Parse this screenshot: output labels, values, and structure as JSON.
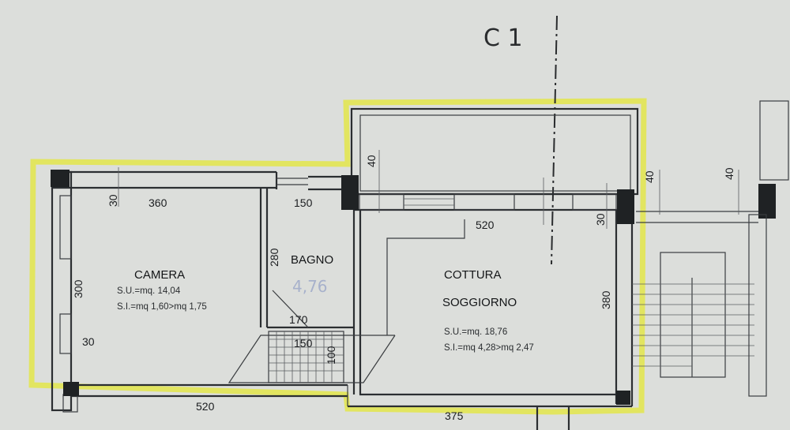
{
  "section_mark": "C 1",
  "rooms": {
    "camera": {
      "name": "CAMERA",
      "su": "S.U.=mq. 14,04",
      "si": "S.I.=mq 1,60>mq 1,75"
    },
    "bagno": {
      "name": "BAGNO",
      "note": "4,76"
    },
    "cottura": {
      "name1": "COTTURA",
      "name2": "SOGGIORNO",
      "su": "S.U.=mq. 18,76",
      "si": "S.I.=mq 4,28>mq 2,47"
    }
  },
  "dimensions": {
    "d360": "360",
    "d30a": "30",
    "d150": "150",
    "d40a": "40",
    "d520top": "520",
    "d40b": "40",
    "d40c": "40",
    "d30b": "30",
    "d380": "380",
    "d280": "280",
    "d170": "170",
    "d300": "300",
    "d30c": "30",
    "d100": "100",
    "d150b": "150",
    "d520bot": "520",
    "d375": "375"
  }
}
